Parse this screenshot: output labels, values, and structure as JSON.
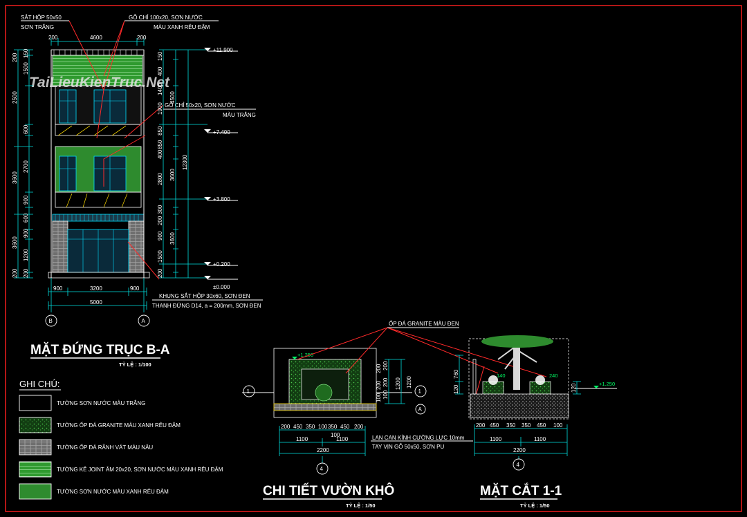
{
  "watermark": "TaiLieuKienTruc.Net",
  "colors": {
    "background": "#000000",
    "frame": "#ff2020",
    "leader": "#ff2a2a",
    "dimension": "#00e0e0",
    "green_wall": "#2e8b2e",
    "granite": "#1c5c1c",
    "joint_wall": "#3fae3f",
    "stone_grey": "#8a8a8a",
    "level_text": "#00ff66"
  },
  "elevation": {
    "callouts": {
      "top_left_1": "SẮT HỘP 50x50",
      "top_left_2": "SƠN TRẮNG",
      "top_right_1": "GỖ CHỈ 100x20, SƠN NƯỚC",
      "top_right_2": "MÀU XANH RÊU ĐẬM",
      "mid_1": "GỖ CHỈ 50x20, SƠN NƯỚC",
      "mid_2": "MÀU TRẮNG",
      "bottom_1": "KHUNG SẮT HỘP 30x60, SƠN ĐEN",
      "bottom_2": "THANH ĐỨNG D14, a = 200mm, SƠN ĐEN"
    },
    "top_dims": [
      "200",
      "4600",
      "200"
    ],
    "bottom_dims": [
      "900",
      "3200",
      "900"
    ],
    "bottom_total": "5000",
    "left_dims": [
      "200",
      "150",
      "1500",
      "2500",
      "600",
      "2700",
      "3600",
      "900",
      "600",
      "900",
      "3600",
      "1200",
      "200",
      "200"
    ],
    "right_dims_inner": [
      "150",
      "400",
      "1400",
      "1900",
      "4500",
      "850",
      "850",
      "400",
      "2800",
      "300",
      "200",
      "900",
      "1500",
      "200"
    ],
    "right_dims_outer": [
      "12300",
      "3600",
      "3600"
    ],
    "levels": [
      "+11.900",
      "+7.400",
      "+3.800",
      "+0.200",
      "±0.000"
    ],
    "axes": [
      "B",
      "A"
    ],
    "title": "MẶT ĐỨNG TRỤC B-A",
    "scale": "TỶ LỆ : 1/100"
  },
  "legend": {
    "heading": "GHI CHÚ:",
    "items": [
      "TƯỜNG SƠN NƯỚC MÀU TRẮNG",
      "TƯỜNG ỐP ĐÁ GRANITE MÀU XANH RÊU ĐẬM",
      "TƯỜNG ỐP ĐÁ RÃNH VÁT MÀU NÂU",
      "TƯỜNG KẺ JOINT ÂM 20x20, SƠN NƯỚC MÀU XANH RÊU ĐẬM",
      "TƯỜNG SƠN NƯỚC MÀU XANH RÊU ĐẬM"
    ]
  },
  "garden": {
    "callout": "ỐP ĐÁ GRANITE MÀU ĐEN",
    "level": "+1.250",
    "right_dims": [
      "200",
      "200",
      "100",
      "1200",
      "200",
      "200",
      "100",
      "1200"
    ],
    "bottom_dims": [
      "200",
      "450",
      "350",
      "100",
      "350",
      "450",
      "100",
      "200"
    ],
    "sub_dims": [
      "1100",
      "1100"
    ],
    "total": "2200",
    "axis": "4",
    "section_mark": "1",
    "axis_a": "A",
    "note_1": "LAN CAN KÍNH CƯỜNG LỰC 10mm",
    "note_2": "TAY VỊN GỖ 50x50, SƠN PU",
    "title": "CHI TIẾT VƯỜN KHÔ",
    "scale": "TỶ LỆ : 1/50"
  },
  "section": {
    "level": "+1.250",
    "dims_top": [
      "140",
      "240"
    ],
    "left_dims": [
      "760",
      "120"
    ],
    "right_dims": [
      "120"
    ],
    "bottom_dims": [
      "200",
      "450",
      "350",
      "350",
      "450",
      "100"
    ],
    "sub_dims": [
      "1100",
      "1100"
    ],
    "total": "2200",
    "axis": "4",
    "title": "MẶT CẮT 1-1",
    "scale": "TỶ LỆ : 1/50"
  }
}
